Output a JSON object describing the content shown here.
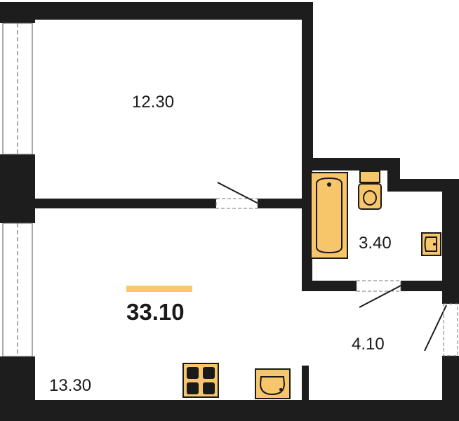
{
  "plan": {
    "total_area": "33.10",
    "rooms": [
      {
        "id": "bedroom",
        "area": "12.30"
      },
      {
        "id": "living-kitchen",
        "area": "13.30"
      },
      {
        "id": "bathroom",
        "area": "3.40"
      },
      {
        "id": "hallway",
        "area": "4.10"
      }
    ]
  },
  "colors": {
    "wall": "#1d1d1d",
    "fixture_fill": "#f7c66a",
    "accent_bar": "#f7c86e",
    "line": "#1a1a1a",
    "window_dash": "#555555"
  }
}
